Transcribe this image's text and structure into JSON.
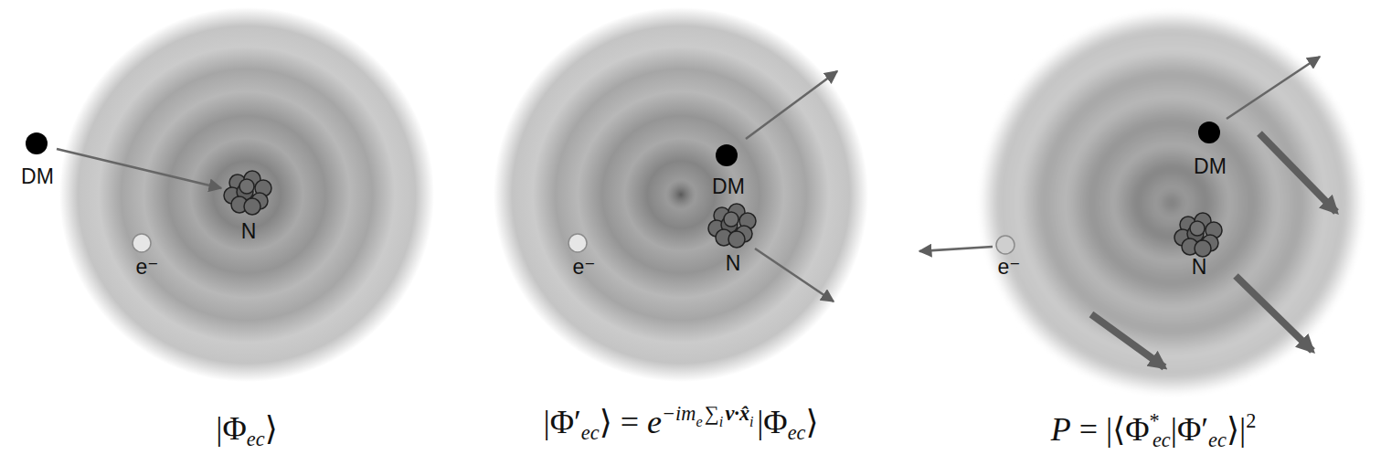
{
  "diagram": {
    "labels": [
      "DM",
      "e⁻",
      "N",
      "DM",
      "e⁻",
      "N",
      "DM",
      "e⁻",
      "N",
      "|Φ",
      "ec",
      "⟩",
      "|Φ′",
      "ec",
      "⟩ =",
      "e",
      "−im",
      "e",
      "∑",
      "i",
      "v·x̂",
      "i",
      "|Φ",
      "ec",
      "⟩",
      "P",
      "= |⟨Φ",
      "*",
      "ec",
      "|Φ′",
      "ec",
      "⟩|",
      "2"
    ]
  }
}
